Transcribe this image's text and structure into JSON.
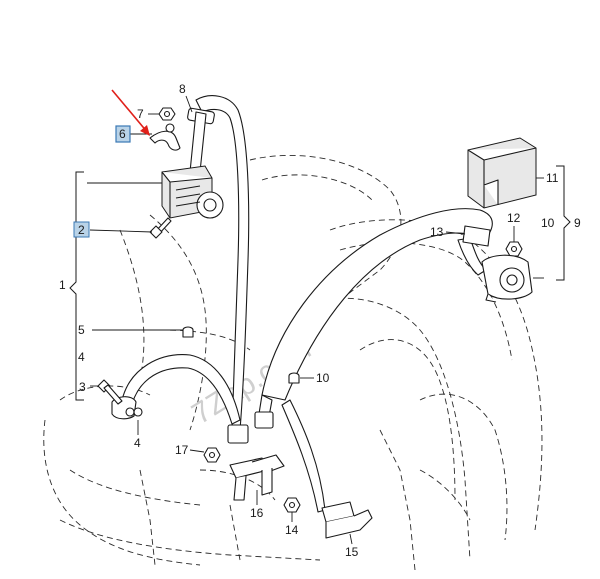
{
  "diagram": {
    "watermark": "7Zap.com",
    "callouts": {
      "c1": "1",
      "c2": "2",
      "c3": "3",
      "c4a": "4",
      "c4b": "4",
      "c5": "5",
      "c6": "6",
      "c7": "7",
      "c8": "8",
      "c9": "9",
      "c10a": "10",
      "c10b": "10",
      "c11": "11",
      "c12": "12",
      "c13": "13",
      "c14": "14",
      "c15": "15",
      "c16": "16",
      "c17": "17"
    },
    "colors": {
      "highlight_box": "#b9d3e8",
      "highlight_border": "#3a78b5",
      "pointer_arrow": "#e0201a",
      "line": "#1a1a1a"
    }
  }
}
